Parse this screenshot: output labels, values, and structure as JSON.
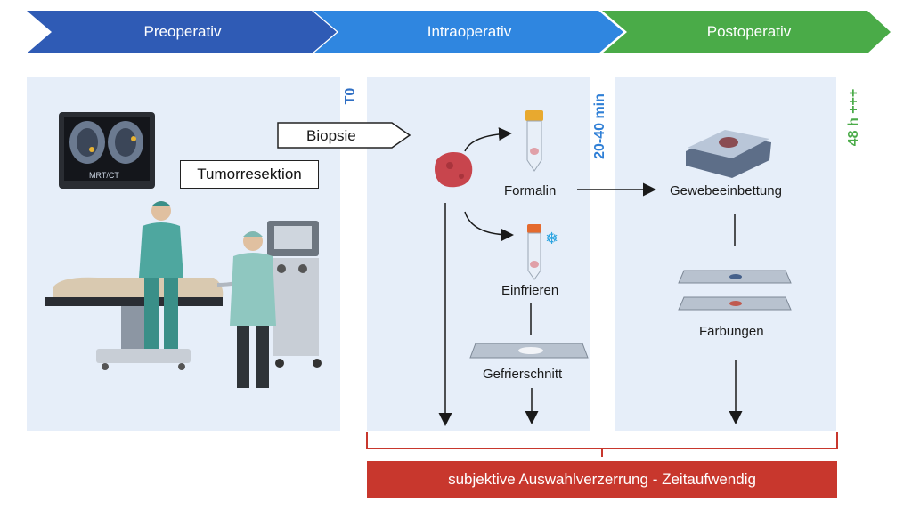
{
  "phases": [
    {
      "label": "Preoperativ",
      "color": "#2f5bb5"
    },
    {
      "label": "Intraoperativ",
      "color": "#2f86e0"
    },
    {
      "label": "Postoperativ",
      "color": "#4aab48"
    }
  ],
  "timepoints": {
    "t0": {
      "label": "T0",
      "color": "#2f6fc4"
    },
    "t1": {
      "label": "20-40 min",
      "color": "#2f7fd6"
    },
    "t2": {
      "label": "48 h +++",
      "color": "#4aab48"
    }
  },
  "preop": {
    "monitor_label": "MRT/CT",
    "tumorresektion": "Tumorresektion",
    "biopsie": "Biopsie"
  },
  "intraop": {
    "formalin": "Formalin",
    "einfrieren": "Einfrieren",
    "gefrierschnitt": "Gefrierschnitt",
    "snowflake_icon": "snowflake-icon"
  },
  "postop": {
    "gewebeeinbettung": "Gewebeeinbettung",
    "faerbungen": "Färbungen"
  },
  "summary": {
    "label": "subjektive Auswahlverzerrung - Zeitaufwendig",
    "color": "#c8372d"
  }
}
